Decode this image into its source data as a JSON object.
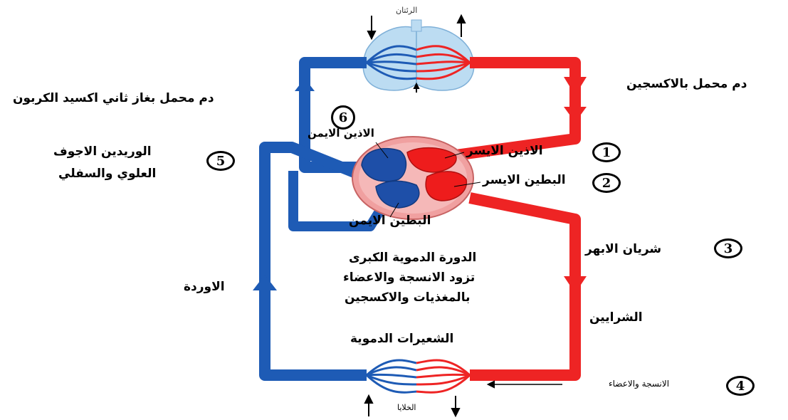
{
  "colors": {
    "oxygenated": "#ee2424",
    "deoxygenated": "#1e5bb5",
    "heart_wall": "#f0a0a0",
    "lungs": "#bcdcf2"
  },
  "labels": {
    "lungs": "الرئتان",
    "oxygenated_blood": "دم محمل بالاكسجين",
    "co2_blood": "دم محمل بغاز ثاني اكسيد الكربون",
    "right_atrium": "الاذين الايمن",
    "left_atrium": "الاذين الايسر",
    "left_ventricle": "البطين الايسر",
    "right_ventricle": "البطين الايمن",
    "vena_cava_line1": "الوريدين الاجوف",
    "vena_cava_line2": "العلوي والسفلي",
    "aorta": "شريان الابهر",
    "systemic_line1": "الدورة الدموية الكبرى",
    "systemic_line2": "تزود الانسجة والاعضاء",
    "systemic_line3": "بالمغذيات والاكسجين",
    "veins": "الاوردة",
    "arteries": "الشرايين",
    "capillaries": "الشعيرات الدموية",
    "tissues_organs": "الانسجة والاعضاء",
    "cells": "الخلايا"
  },
  "markers": [
    "1",
    "2",
    "3",
    "4",
    "5",
    "6"
  ]
}
